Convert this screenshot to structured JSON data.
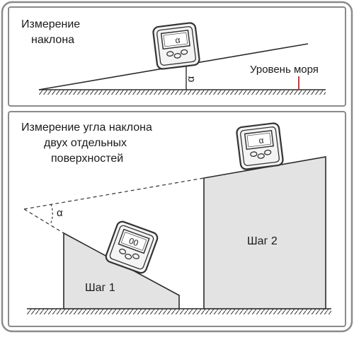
{
  "top_panel": {
    "title_line1": "Измерение",
    "title_line2": "наклона",
    "sea_level_label": "Уровень моря",
    "alpha_symbol": "α",
    "device_screen": "α"
  },
  "bottom_panel": {
    "title_line1": "Измерение угла наклона",
    "title_line2": "двух отдельных",
    "title_line3": "поверхностей",
    "alpha_symbol": "α",
    "step1_label": "Шаг 1",
    "step2_label": "Шаг 2",
    "device1_screen": "00",
    "device2_screen": "α"
  },
  "colors": {
    "frame": "#8a8a8a",
    "block_fill": "#e3e3e3",
    "line": "#2b2b2b",
    "sea_level_marker": "#d22020"
  }
}
